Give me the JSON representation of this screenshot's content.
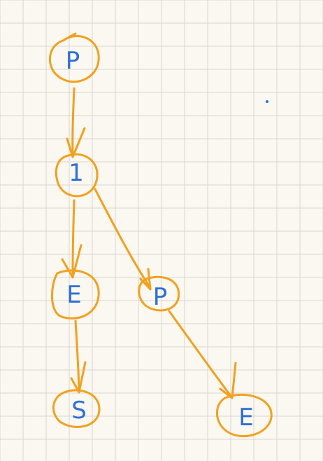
{
  "diagram": {
    "nodes": [
      {
        "id": "root",
        "label": "P"
      },
      {
        "id": "n1",
        "label": "1"
      },
      {
        "id": "e_left",
        "label": "E"
      },
      {
        "id": "p_right",
        "label": "P"
      },
      {
        "id": "s",
        "label": "S"
      },
      {
        "id": "e_right",
        "label": "E"
      }
    ],
    "edges": [
      {
        "from": "root",
        "to": "n1"
      },
      {
        "from": "n1",
        "to": "e_left"
      },
      {
        "from": "n1",
        "to": "p_right"
      },
      {
        "from": "e_left",
        "to": "s"
      },
      {
        "from": "p_right",
        "to": "e_right"
      }
    ]
  },
  "colors": {
    "background": "#fbf8f1",
    "grid": "#d9d6d0",
    "node_stroke": "#f2a01e",
    "edge_stroke": "#f2a01e",
    "label": "#2f6fd6",
    "dot": "#2f6fd6"
  }
}
